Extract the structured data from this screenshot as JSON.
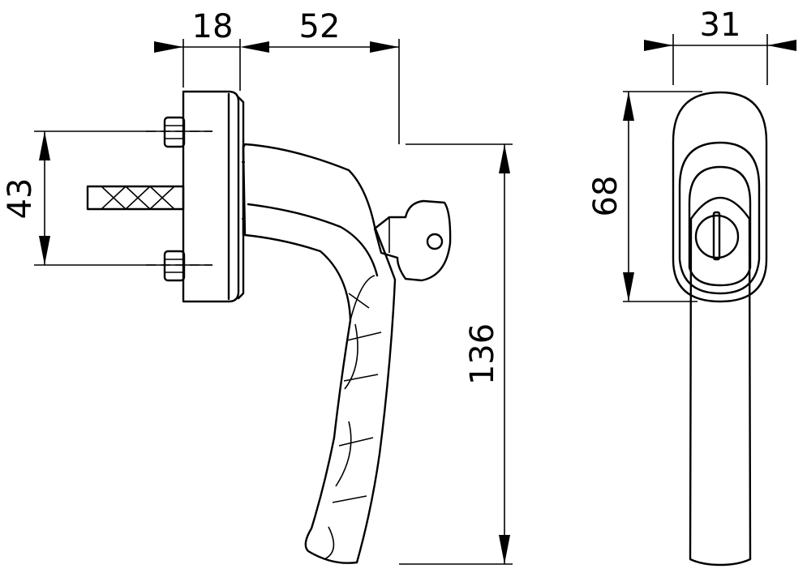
{
  "dimensions": {
    "rosette_depth": "18",
    "handle_projection": "52",
    "spindle_center_distance": "43",
    "handle_length": "136",
    "width": "31",
    "rosette_height": "68"
  }
}
